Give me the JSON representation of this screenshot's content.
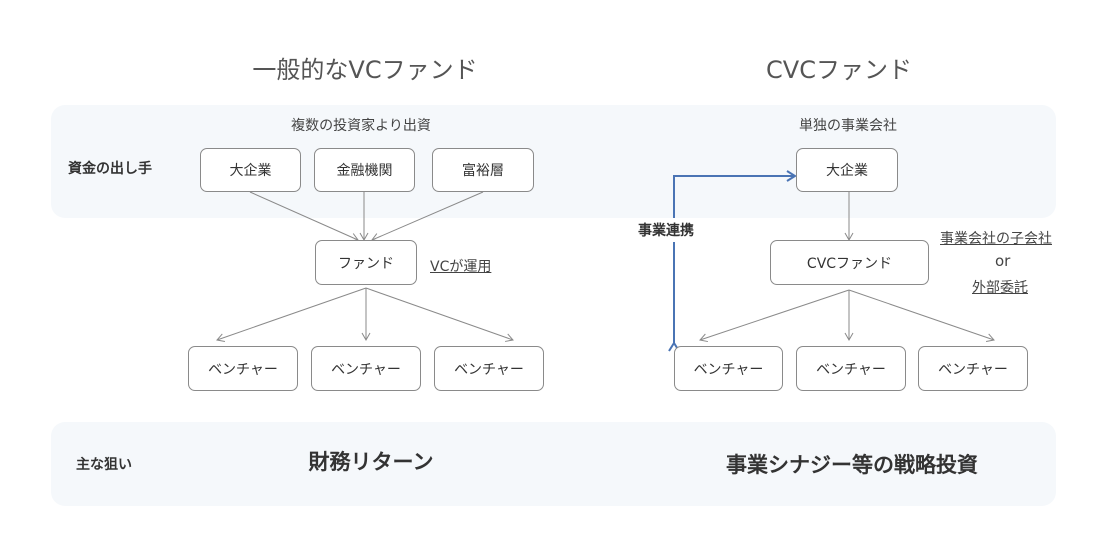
{
  "left": {
    "title": "一般的なVCファンド",
    "investor_note": "複数の投資家より出資",
    "investors": [
      "大企業",
      "金融機関",
      "富裕層"
    ],
    "fund": "ファンド",
    "operator": "VCが運用",
    "ventures": [
      "ベンチャー",
      "ベンチャー",
      "ベンチャー"
    ],
    "goal": "財務リターン"
  },
  "right": {
    "title": "CVCファンド",
    "investor_note": "単独の事業会社",
    "investor": "大企業",
    "fund": "CVCファンド",
    "operator_line1": "事業会社の子会社",
    "operator_or": "or",
    "operator_line2": "外部委託",
    "partnership": "事業連携",
    "ventures": [
      "ベンチャー",
      "ベンチャー",
      "ベンチャー"
    ],
    "goal": "事業シナジー等の戦略投資"
  },
  "rows": {
    "capital_provider": "資金の出し手",
    "main_aim": "主な狙い"
  },
  "colors": {
    "band": "#f5f8fb",
    "accent_arrow": "#4a74b4",
    "box_border": "#8a8a8a"
  }
}
